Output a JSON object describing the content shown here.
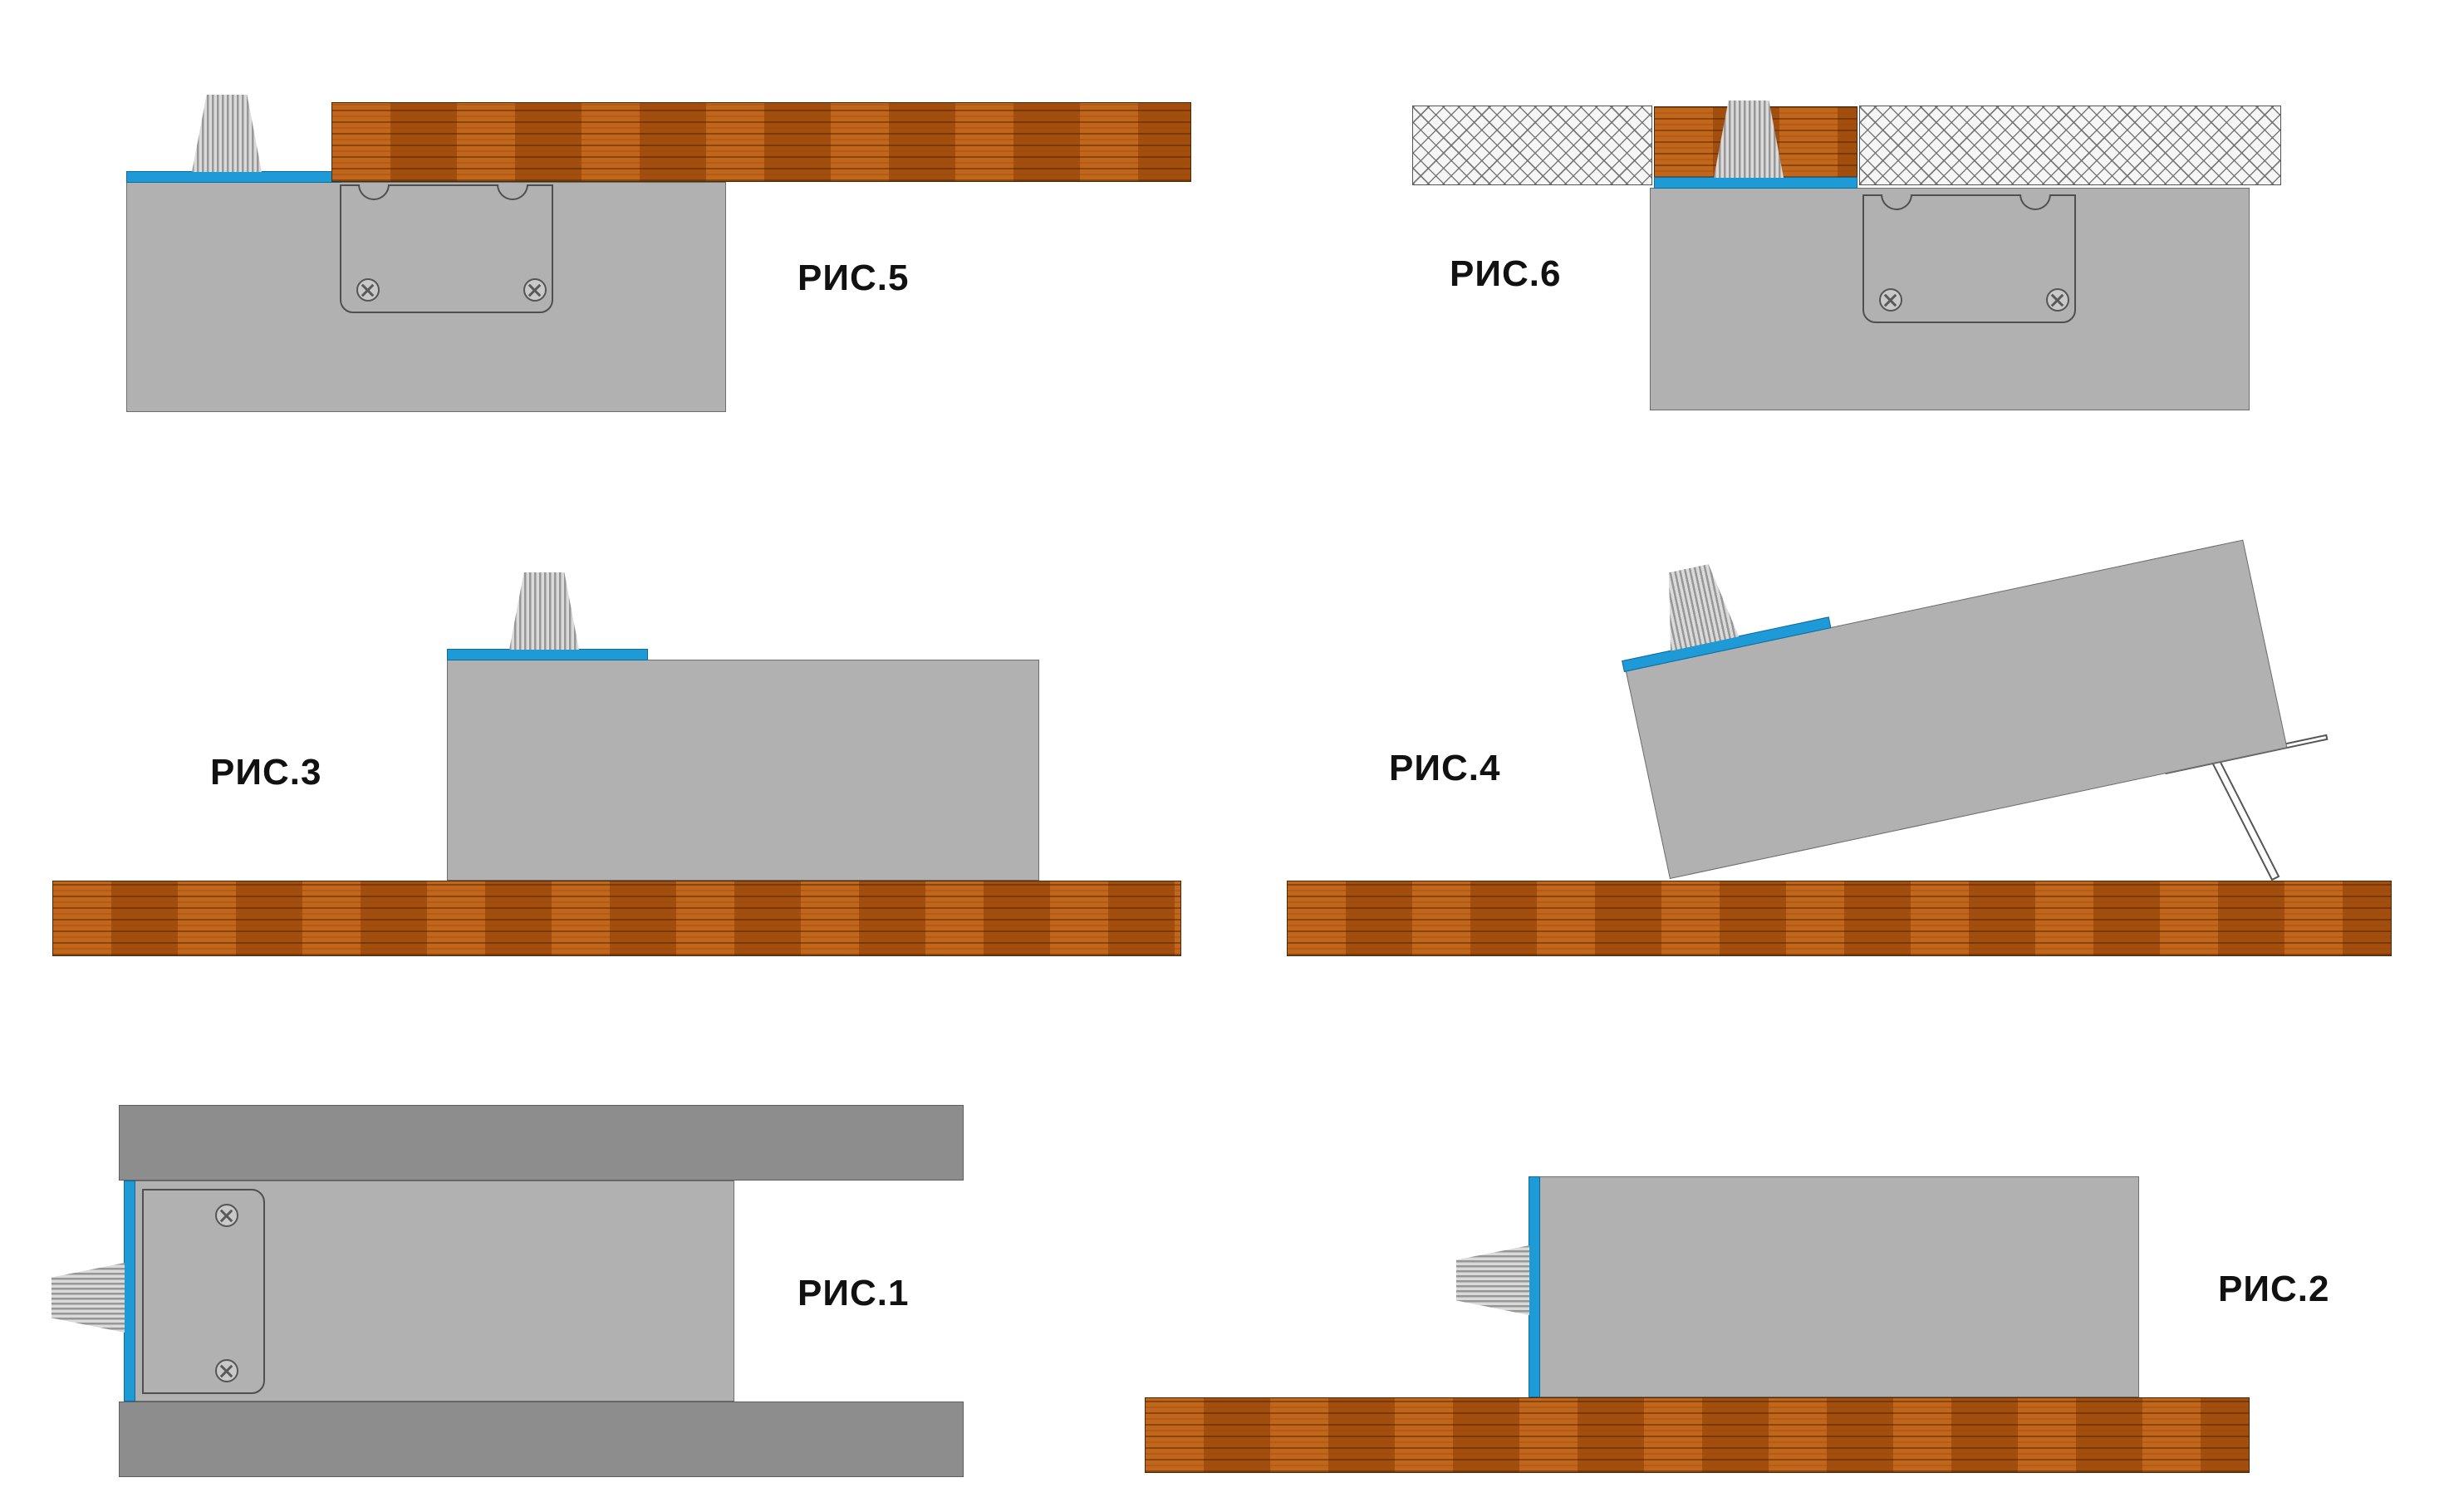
{
  "figures": {
    "fig1": {
      "label": "РИС.1"
    },
    "fig2": {
      "label": "РИС.2"
    },
    "fig3": {
      "label": "РИС.3"
    },
    "fig4": {
      "label": "РИС.4"
    },
    "fig5": {
      "label": "РИС.5"
    },
    "fig6": {
      "label": "РИС.6"
    }
  },
  "colors": {
    "blue_strip": "#1E9BD7",
    "wood_base": "#B4570F",
    "block_gray": "#B1B1B1",
    "bar_gray": "#8D8D8D",
    "hatch_bg": "#F6F6F6",
    "outline": "#4F4F4F",
    "background": "#FFFFFF"
  }
}
